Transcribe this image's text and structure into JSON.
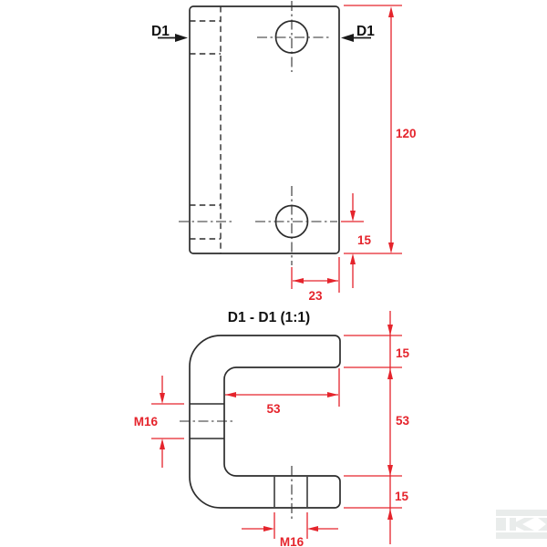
{
  "drawing": {
    "section_title": "D1 - D1 (1:1)",
    "cut_labels": {
      "left": "D1",
      "right": "D1"
    },
    "front_view": {
      "dimensions": {
        "overall_height": "120",
        "hole_center_to_bottom": "15",
        "hole_center_to_right_edge": "23"
      }
    },
    "section_view": {
      "dimensions": {
        "top_flange_thickness": "15",
        "inner_opening_width": "53",
        "inner_opening_height": "53",
        "bottom_flange_thickness": "15",
        "side_thread": "M16",
        "bottom_thread": "M16"
      }
    },
    "colors": {
      "outline": "#2d2d2d",
      "dimension": "#e5242c",
      "watermark": "#e9eceb"
    },
    "watermark": "K-logo"
  }
}
